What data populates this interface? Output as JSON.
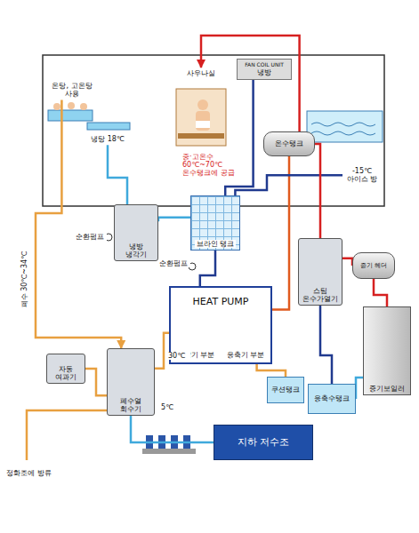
{
  "diagram": {
    "nodes": [
      {
        "text": [
          "온탕, 고온탕 사용"
        ]
      },
      {
        "text": [
          "냉탕 18℃"
        ]
      },
      {
        "text": [
          "사우나실"
        ]
      },
      {
        "text": [
          "FAN COIL UNIT",
          "냉방"
        ]
      },
      {
        "text": [
          "-15℃ 아이스 방"
        ]
      },
      {
        "text": [
          "온수탱크"
        ]
      },
      {
        "text": [
          "냉방 냉각기"
        ]
      },
      {
        "text": [
          "브라인 탱크"
        ]
      },
      {
        "text": [
          "HEAT PUMP",
          "증발기 부분",
          "응축기 부분"
        ]
      },
      {
        "text": [
          "쿠션탱크"
        ]
      },
      {
        "text": [
          "스팀 온수가열기"
        ]
      },
      {
        "text": [
          "증기 헤더"
        ]
      },
      {
        "text": [
          "응축수탱크"
        ]
      },
      {
        "text": [
          "증기보일러"
        ]
      },
      {
        "text": [
          "자동 여과기"
        ]
      },
      {
        "text": [
          "폐수열 회수기"
        ]
      },
      {
        "text": [
          "지하 저수조"
        ]
      }
    ],
    "edges": [
      {
        "from": 0,
        "to": 15,
        "arrow": "to"
      },
      {
        "from": 14,
        "to": 15,
        "arrow": "none"
      },
      {
        "from": 15,
        "to": 8,
        "arrow": "none"
      },
      {
        "from": 8,
        "to": 5,
        "arrow": "none"
      },
      {
        "from": 5,
        "to": 2,
        "arrow": "to"
      },
      {
        "from": 7,
        "to": 8,
        "arrow": "none"
      },
      {
        "from": 6,
        "to": 7,
        "arrow": "none"
      },
      {
        "from": 1,
        "to": 6,
        "arrow": "none"
      },
      {
        "from": 7,
        "to": 3,
        "arrow": "none"
      },
      {
        "from": 7,
        "to": 4,
        "arrow": "none"
      },
      {
        "from": 8,
        "to": 9,
        "arrow": "none"
      },
      {
        "from": 10,
        "to": 5,
        "arrow": "none"
      },
      {
        "from": 11,
        "to": 10,
        "arrow": "none"
      },
      {
        "from": 13,
        "to": 11,
        "arrow": "none"
      },
      {
        "from": 10,
        "to": 12,
        "arrow": "none"
      },
      {
        "from": 12,
        "to": 13,
        "arrow": "none"
      },
      {
        "from": 16,
        "to": 15,
        "arrow": "none"
      }
    ],
    "labels": [
      "순환펌프",
      "순환펌프",
      "중·고온수 60℃~70℃ 온수탱크에 공급",
      "폐수 30℃~34℃",
      "30℃",
      "5℃",
      "정화조에 방류"
    ]
  }
}
